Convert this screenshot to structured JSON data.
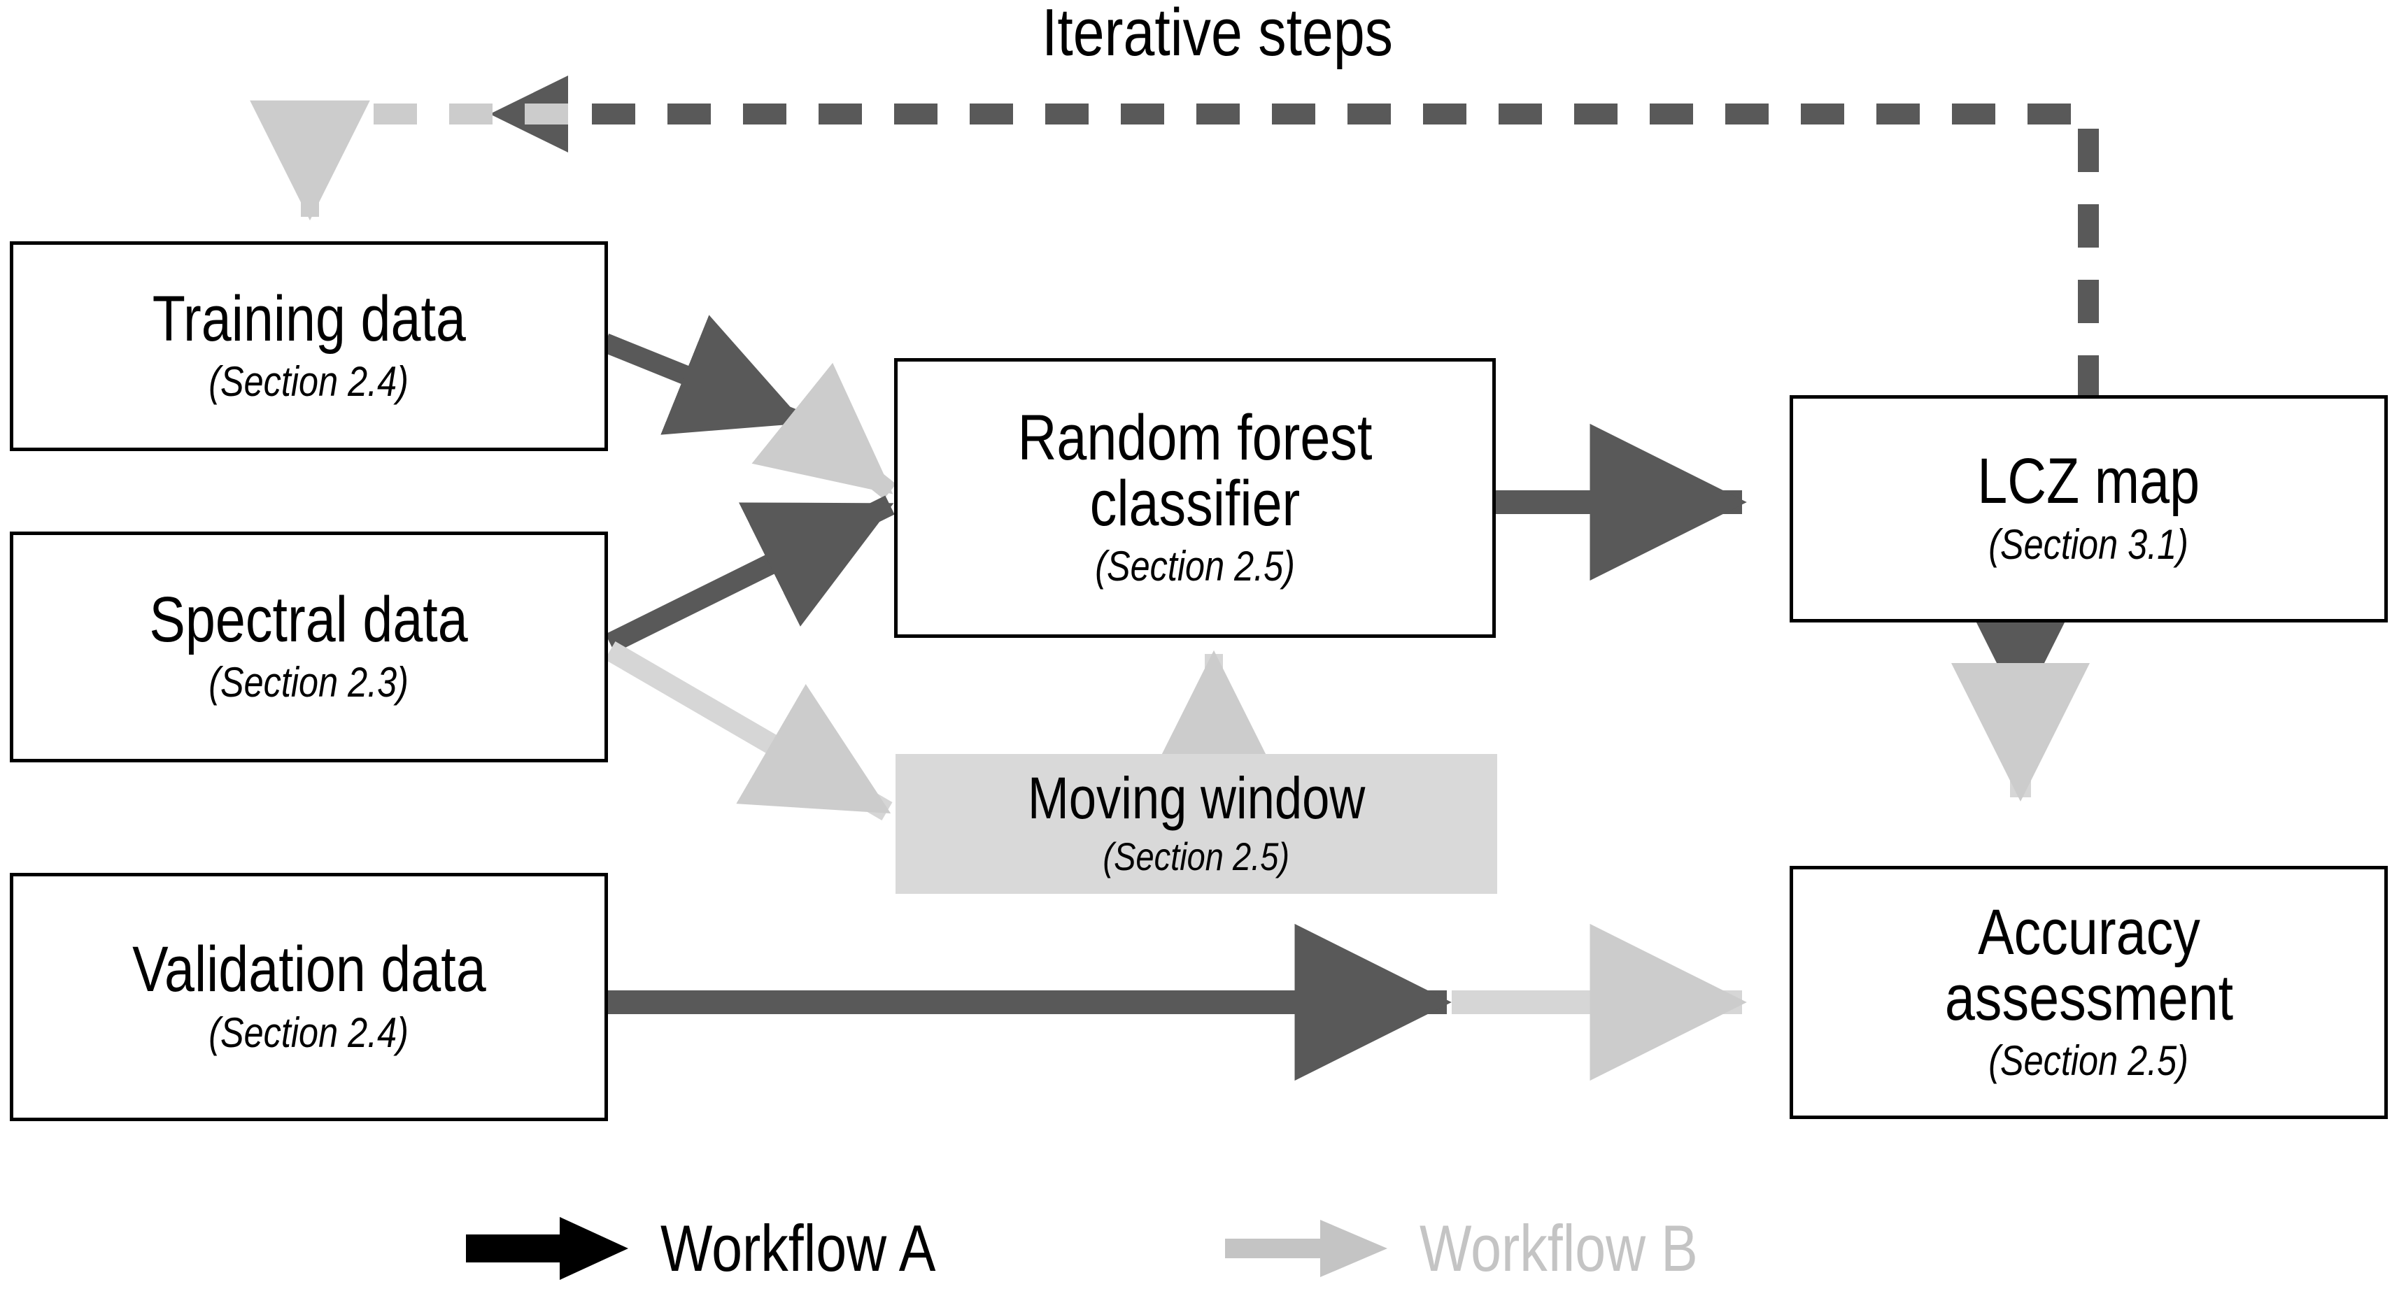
{
  "diagram": {
    "title_annotation": "Iterative steps",
    "colors": {
      "workflow_a": "#595959",
      "workflow_b": "#cccccc",
      "legend_a_arrow": "#000000",
      "node_fill": "#ffffff",
      "node_border": "#000000",
      "shaded_node_fill": "#d9d9d9"
    },
    "nodes": [
      {
        "id": "training",
        "title": "Training data",
        "sub": "(Section 2.4)"
      },
      {
        "id": "spectral",
        "title": "Spectral data",
        "sub": "(Section 2.3)"
      },
      {
        "id": "validation",
        "title": "Validation data",
        "sub": "(Section 2.4)"
      },
      {
        "id": "classifier",
        "title": "Random forest classifier",
        "sub": "(Section 2.5)"
      },
      {
        "id": "moving",
        "title": "Moving window",
        "sub": "(Section 2.5)"
      },
      {
        "id": "lcz",
        "title": "LCZ map",
        "sub": "(Section 3.1)"
      },
      {
        "id": "accuracy",
        "title": "Accuracy assessment",
        "sub": "(Section 2.5)"
      }
    ],
    "edges": [
      {
        "from": "training",
        "to": "classifier",
        "workflows": [
          "A",
          "B"
        ]
      },
      {
        "from": "spectral",
        "to": "classifier",
        "workflows": [
          "A"
        ]
      },
      {
        "from": "spectral",
        "to": "moving",
        "workflows": [
          "B"
        ]
      },
      {
        "from": "moving",
        "to": "classifier",
        "workflows": [
          "B"
        ]
      },
      {
        "from": "classifier",
        "to": "lcz",
        "workflows": [
          "A"
        ]
      },
      {
        "from": "lcz",
        "to": "accuracy",
        "workflows": [
          "A",
          "B"
        ]
      },
      {
        "from": "validation",
        "to": "accuracy",
        "workflows": [
          "A",
          "B"
        ]
      },
      {
        "from": "lcz",
        "to": "training",
        "workflows": [
          "A",
          "B"
        ],
        "style": "dashed",
        "label": "Iterative steps"
      }
    ],
    "legend": {
      "items": [
        {
          "label": "Workflow A",
          "color": "#000000"
        },
        {
          "label": "Workflow B",
          "color": "#c4c4c4"
        }
      ]
    }
  }
}
